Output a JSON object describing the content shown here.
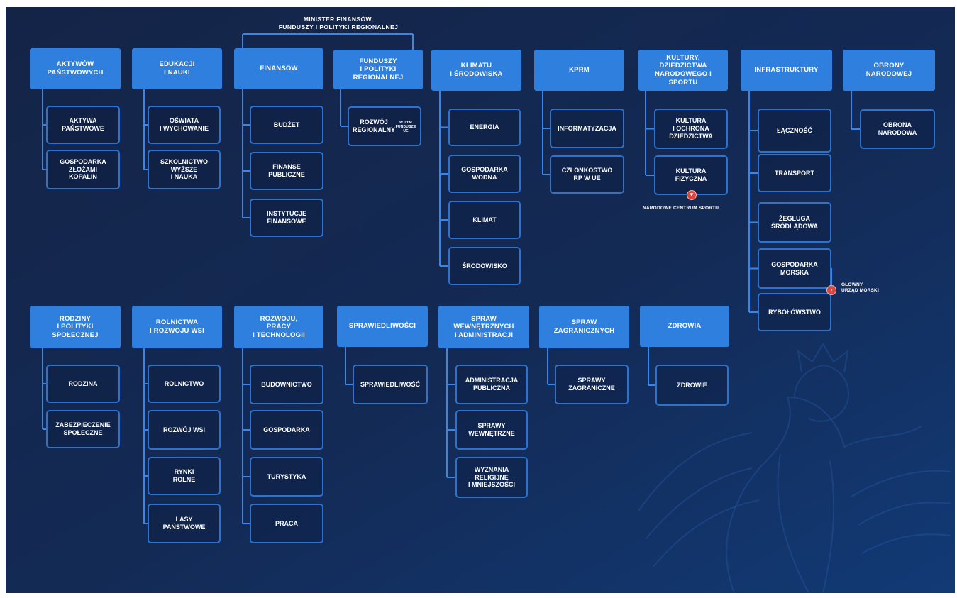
{
  "minister": {
    "label": "MINISTER FINANSÓW,\nFUNDUSZY I POLITYKI REGIONALNEJ"
  },
  "ministries": {
    "aktywa": {
      "title": "AKTYWÓW\nPAŃSTWOWYCH",
      "items": [
        "AKTYWA\nPAŃSTWOWE",
        "GOSPODARKA\nZŁOŻAMI\nKOPALIN"
      ]
    },
    "edukacja": {
      "title": "EDUKACJI\nI NAUKI",
      "items": [
        "OŚWIATA\nI WYCHOWANIE",
        "SZKOLNICTWO\nWYŻSZE\nI NAUKA"
      ]
    },
    "finanse": {
      "title": "FINANSÓW",
      "items": [
        "BUDŻET",
        "FINANSE\nPUBLICZNE",
        "INSTYTUCJE\nFINANSOWE"
      ]
    },
    "fundusze": {
      "title": "FUNDUSZY\nI POLITYKI\nREGIONALNEJ",
      "items": [
        "ROZWÓJ\nREGIONALNY"
      ],
      "note": "W TYM FUNDUSZE UE"
    },
    "klimat": {
      "title": "KLIMATU\nI ŚRODOWISKA",
      "items": [
        "ENERGIA",
        "GOSPODARKA\nWODNA",
        "KLIMAT",
        "ŚRODOWISKO"
      ]
    },
    "kprm": {
      "title": "KPRM",
      "items": [
        "INFORMATYZACJA",
        "CZŁONKOSTWO\nRP W UE"
      ]
    },
    "kultura": {
      "title": "KULTURY,\nDZIEDZICTWA\nNARODOWEGO I SPORTU",
      "items": [
        "KULTURA\nI OCHRONA\nDZIEDZICTWA",
        "KULTURA\nFIZYCZNA"
      ]
    },
    "infrastruktura": {
      "title": "INFRASTRUKTURY",
      "items": [
        "ŁĄCZNOŚĆ",
        "TRANSPORT",
        "ŻEGLUGA\nŚRÓDLĄDOWA",
        "GOSPODARKA\nMORSKA",
        "RYBOŁÓWSTWO"
      ]
    },
    "obrona": {
      "title": "OBRONY\nNARODOWEJ",
      "items": [
        "OBRONA\nNARODOWA"
      ]
    },
    "rodzina": {
      "title": "RODZINY\nI POLITYKI\nSPOŁECZNEJ",
      "items": [
        "RODZINA",
        "ZABEZPIECZENIE\nSPOŁECZNE"
      ]
    },
    "rolnictwo": {
      "title": "ROLNICTWA\nI ROZWOJU WSI",
      "items": [
        "ROLNICTWO",
        "ROZWÓJ WSI",
        "RYNKI\nROLNE",
        "LASY\nPAŃSTWOWE"
      ]
    },
    "rozwoj": {
      "title": "ROZWOJU,\nPRACY\nI TECHNOLOGII",
      "items": [
        "BUDOWNICTWO",
        "GOSPODARKA",
        "TURYSTYKA",
        "PRACA"
      ]
    },
    "sprawiedliwosc": {
      "title": "SPRAWIEDLIWOŚCI",
      "items": [
        "SPRAWIEDLIWOŚĆ"
      ]
    },
    "wewnetrzne": {
      "title": "SPRAW\nWEWNĘTRZNYCH\nI ADMINISTRACJI",
      "items": [
        "ADMINISTRACJA\nPUBLICZNA",
        "SPRAWY\nWEWNĘTRZNE",
        "WYZNANIA\nRELIGIJNE\nI MNIEJSZOŚCI"
      ]
    },
    "zagraniczne": {
      "title": "SPRAW\nZAGRANICZNYCH",
      "items": [
        "SPRAWY\nZAGRANICZNE"
      ]
    },
    "zdrowie": {
      "title": "ZDROWIA",
      "items": [
        "ZDROWIE"
      ]
    }
  },
  "callouts": {
    "sport": {
      "marker": "▼",
      "label": "NARODOWE CENTRUM SPORTU"
    },
    "morski": {
      "marker": "›",
      "label": "GŁÓWNY\nURZĄD MORSKI"
    }
  },
  "colors": {
    "background": "#142447",
    "header_fill": "#2f7fdf",
    "box_border": "#2d72cf",
    "connector": "#3a86e8",
    "marker": "#d9473f"
  }
}
